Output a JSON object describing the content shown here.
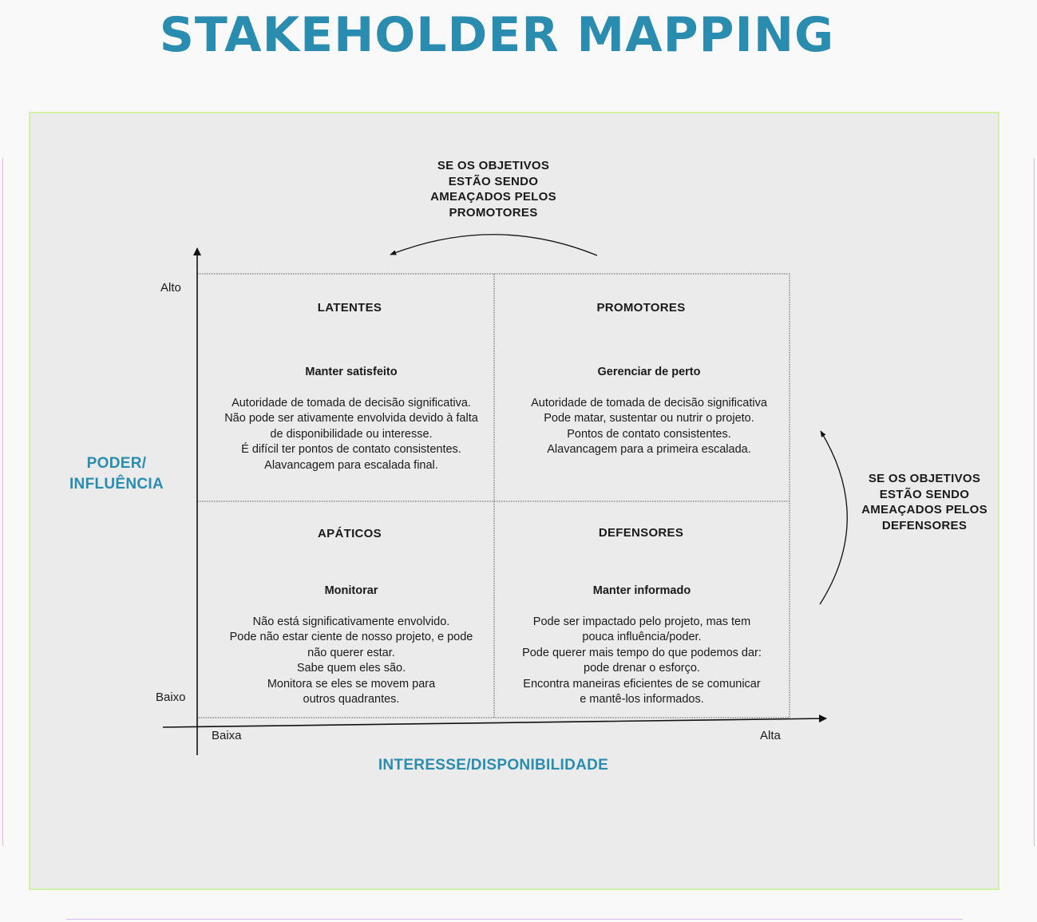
{
  "title": "STAKEHOLDER MAPPING",
  "top_note": "SE OS OBJETIVOS\nESTÃO SENDO\nAMEAÇADOS PELOS\nPROMOTORES",
  "right_note": "SE OS OBJETIVOS\nESTÃO SENDO\nAMEAÇADOS PELOS\nDEFENSORES",
  "y_axis": {
    "title": "PODER/\nINFLUÊNCIA",
    "high": "Alto",
    "low": "Baixo"
  },
  "x_axis": {
    "title": "INTERESSE/DISPONIBILIDADE",
    "low": "Baixa",
    "high": "Alta"
  },
  "quadrants": {
    "latentes": {
      "title": "LATENTES",
      "strategy": "Manter satisfeito",
      "text": "Autoridade de tomada de decisão significativa.\nNão pode ser ativamente envolvida devido à falta\nde disponibilidade ou interesse.\nÉ difícil ter pontos de contato consistentes.\nAlavancagem para escalada final."
    },
    "promotores": {
      "title": "PROMOTORES",
      "strategy": "Gerenciar de perto",
      "text": "Autoridade de tomada de decisão significativa\nPode matar, sustentar ou nutrir o projeto.\nPontos de contato consistentes.\nAlavancagem para a primeira escalada."
    },
    "apaticos": {
      "title": "APÁTICOS",
      "strategy": "Monitorar",
      "text": "Não está significativamente envolvido.\nPode não estar ciente de nosso projeto, e pode\nnão querer estar.\nSabe quem eles são.\nMonitora se eles se movem para\noutros quadrantes."
    },
    "defensores": {
      "title": "DEFENSORES",
      "strategy": "Manter informado",
      "text": "Pode ser impactado pelo projeto, mas tem\npouca influência/poder.\nPode querer mais tempo do que podemos dar:\npode drenar o esforço.\nEncontra maneiras eficientes de se comunicar\ne mantê-los informados."
    }
  }
}
